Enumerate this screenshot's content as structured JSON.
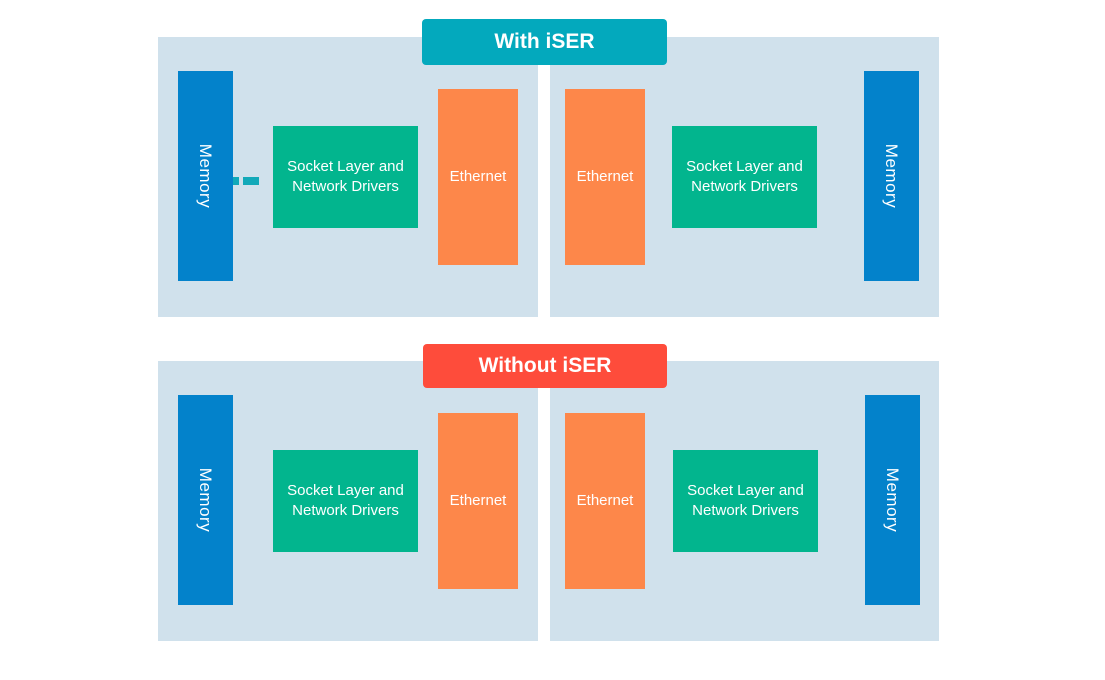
{
  "colors": {
    "panel_bg": "#d0e1ec",
    "with_title_bg": "#03a9bd",
    "without_title_bg": "#fe4c3b",
    "memory": "#0382cb",
    "socket": "#02b58e",
    "ethernet": "#fd874a"
  },
  "with_iser": {
    "title": "With iSER",
    "left": {
      "memory": "Memory",
      "socket": "Socket Layer and\nNetwork Drivers",
      "ethernet": "Ethernet"
    },
    "right": {
      "memory": "Memory",
      "socket": "Socket Layer and\nNetwork Drivers",
      "ethernet": "Ethernet"
    }
  },
  "without_iser": {
    "title": "Without iSER",
    "left": {
      "memory": "Memory",
      "socket": "Socket Layer and\nNetwork Drivers",
      "ethernet": "Ethernet"
    },
    "right": {
      "memory": "Memory",
      "socket": "Socket Layer and\nNetwork Drivers",
      "ethernet": "Ethernet"
    }
  }
}
